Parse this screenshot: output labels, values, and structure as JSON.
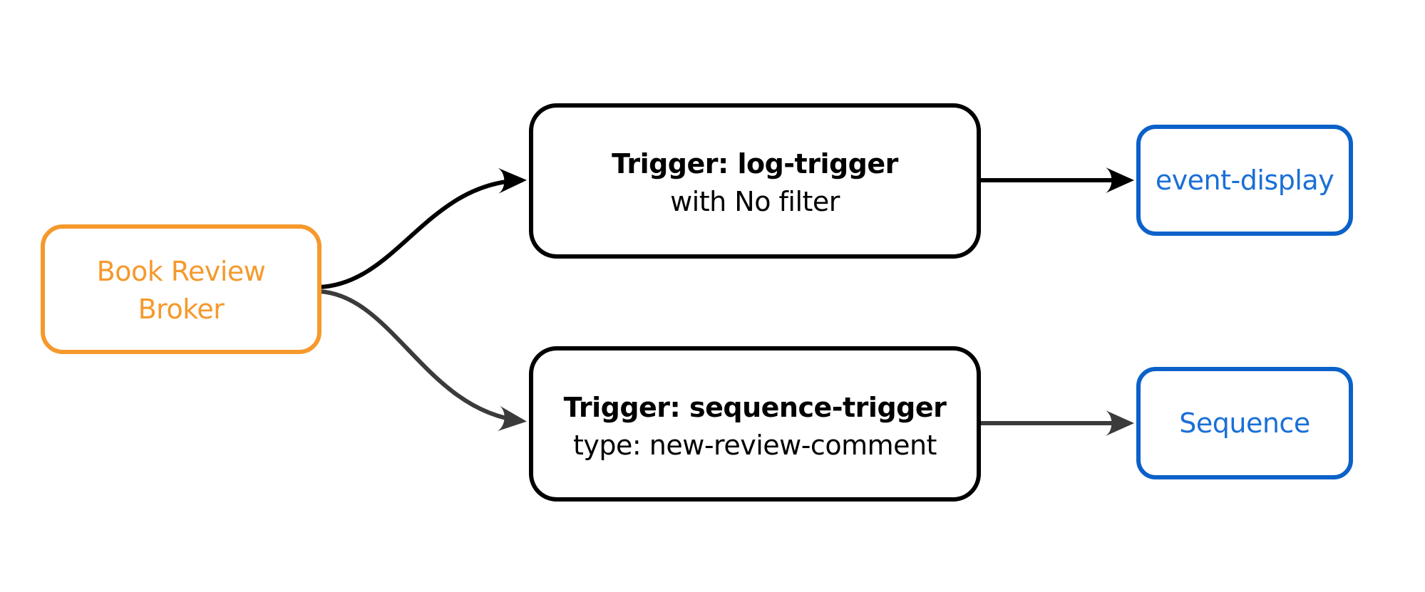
{
  "diagram": {
    "type": "flowchart",
    "background": "#ffffff",
    "nodes": {
      "broker": {
        "line1": "Book Review",
        "line2": "Broker",
        "border_color": "#F5992D",
        "text_color": "#F5992D",
        "fill": "#ffffff"
      },
      "log_trigger": {
        "line1": "Trigger: log-trigger",
        "line2": "with No filter",
        "border_color": "#000000",
        "text_color": "#000000",
        "fill": "#ffffff"
      },
      "sequence_trigger": {
        "line1": "Trigger: sequence-trigger",
        "line2": "type: new-review-comment",
        "border_color": "#000000",
        "text_color": "#000000",
        "fill": "#ffffff"
      },
      "event_display": {
        "label": "event-display",
        "border_color": "#0B61C9",
        "text_color": "#1A6FD6",
        "fill": "#ffffff"
      },
      "sequence": {
        "label": "Sequence",
        "border_color": "#0B61C9",
        "text_color": "#1A6FD6",
        "fill": "#ffffff"
      }
    },
    "edges": [
      {
        "from": "broker",
        "to": "log_trigger",
        "style": "curved",
        "color": "#000000"
      },
      {
        "from": "broker",
        "to": "sequence_trigger",
        "style": "curved",
        "color": "#3B3B3B"
      },
      {
        "from": "log_trigger",
        "to": "event_display",
        "style": "straight",
        "color": "#000000"
      },
      {
        "from": "sequence_trigger",
        "to": "sequence",
        "style": "straight",
        "color": "#3B3B3B"
      }
    ]
  }
}
